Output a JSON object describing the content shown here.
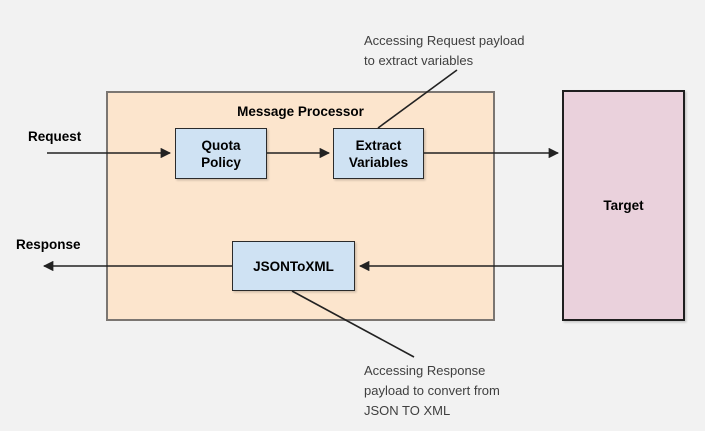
{
  "diagram": {
    "processor_title": "Message Processor",
    "labels": {
      "request": "Request",
      "response": "Response"
    },
    "nodes": {
      "quota_policy": "Quota\nPolicy",
      "extract_variables": "Extract\nVariables",
      "json_to_xml": "JSONToXML",
      "target": "Target"
    },
    "annotations": {
      "top": "Accessing Request payload\nto extract variables",
      "bottom": "Accessing Response\npayload to convert from\nJSON TO XML"
    },
    "colors": {
      "background": "#F2F2F2",
      "processor_fill": "#FCE5CD",
      "processor_border": "#7B7672",
      "policy_fill": "#CFE2F3",
      "node_border": "#2B2B2B",
      "target_fill": "#EAD1DC",
      "target_border": "#1F1F1F",
      "line": "#222222",
      "label_text": "#000000",
      "annotation_text": "#3F3F3F"
    }
  }
}
